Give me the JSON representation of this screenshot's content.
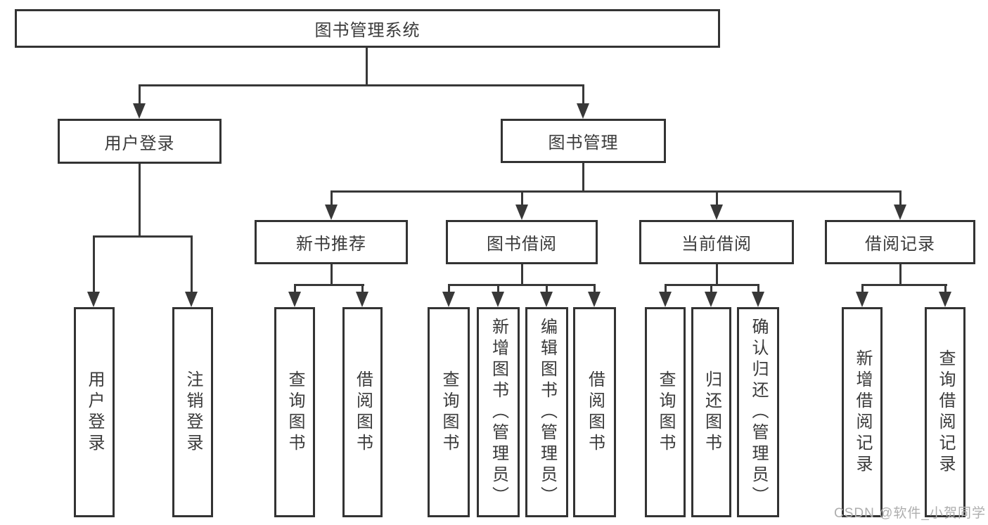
{
  "diagram": {
    "title": "图书管理系统",
    "nodes": {
      "root": "图书管理系统",
      "user_login": "用户登录",
      "book_mgmt": "图书管理",
      "new_book_rec": "新书推荐",
      "book_borrow": "图书借阅",
      "current_borrow": "当前借阅",
      "borrow_records": "借阅记录",
      "leaves": {
        "user_login_login": "用户登录",
        "user_login_logout": "注销登录",
        "new_book_query": "查询图书",
        "new_book_borrow": "借阅图书",
        "borrow_query": "查询图书",
        "borrow_add": "新增图书（管理员）",
        "borrow_edit": "编辑图书（管理员）",
        "borrow_borrow": "借阅图书",
        "current_query": "查询图书",
        "current_return": "归还图书",
        "current_confirm": "确认归还（管理员）",
        "records_add": "新增借阅记录",
        "records_query": "查询借阅记录"
      }
    },
    "structure": {
      "root_children": [
        "用户登录",
        "图书管理"
      ],
      "book_mgmt_children": [
        "新书推荐",
        "图书借阅",
        "当前借阅",
        "借阅记录"
      ]
    }
  },
  "watermark": "CSDN @软件_小贺同学",
  "colors": {
    "line": "#383838",
    "box_border": "#333333",
    "text": "#3a3a3a",
    "watermark": "#aeaeae",
    "background": "#ffffff"
  }
}
